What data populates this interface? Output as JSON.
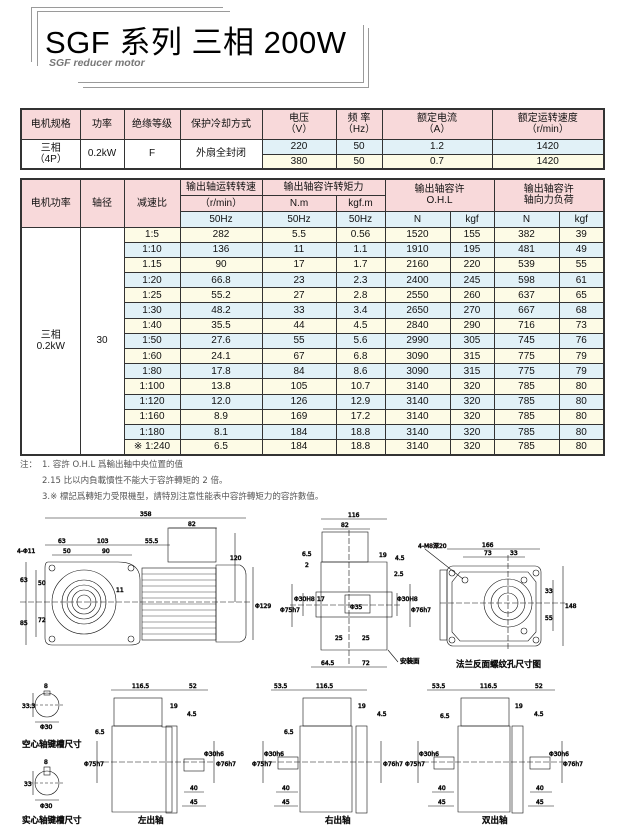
{
  "header": {
    "title": "SGF 系列 三相 200W",
    "subtitle": "SGF reducer motor"
  },
  "spec_table": {
    "headers": [
      "电机规格",
      "功率",
      "绝缘等级",
      "保护冷却方式",
      [
        "电压",
        "（V）"
      ],
      [
        "频 率",
        "（Hz）"
      ],
      [
        "额定电流",
        "（A）"
      ],
      [
        "额定运转速度",
        "（r/min）"
      ]
    ],
    "spec": [
      "三相",
      "（4P）"
    ],
    "power": "0.2kW",
    "insulation": "F",
    "cooling": "外扇全封闭",
    "rows": [
      [
        "220",
        "50",
        "1.2",
        "1420"
      ],
      [
        "380",
        "50",
        "0.7",
        "1420"
      ]
    ]
  },
  "perf_table": {
    "h_power": "电机功率",
    "h_shaft": "轴径",
    "h_ratio": "减速比",
    "h_speed": "输出轴运转转速",
    "h_speed_unit": "（r/min）",
    "h_torque": "输出轴容许转矩力",
    "h_nm": "N.m",
    "h_kgfm": "kgf.m",
    "h_ohl": [
      "输出轴容许",
      "O.H.L"
    ],
    "h_axial": [
      "输出轴容许",
      "轴向力负荷"
    ],
    "sub": [
      "50Hz",
      "50Hz",
      "50Hz",
      "N",
      "kgf",
      "N",
      "kgf"
    ],
    "power": [
      "三相",
      "0.2kW"
    ],
    "shaft": "30",
    "rows": [
      [
        "1:5",
        "282",
        "5.5",
        "0.56",
        "1520",
        "155",
        "382",
        "39"
      ],
      [
        "1:10",
        "136",
        "11",
        "1.1",
        "1910",
        "195",
        "481",
        "49"
      ],
      [
        "1.15",
        "90",
        "17",
        "1.7",
        "2160",
        "220",
        "539",
        "55"
      ],
      [
        "1:20",
        "66.8",
        "23",
        "2.3",
        "2400",
        "245",
        "598",
        "61"
      ],
      [
        "1:25",
        "55.2",
        "27",
        "2.8",
        "2550",
        "260",
        "637",
        "65"
      ],
      [
        "1:30",
        "48.2",
        "33",
        "3.4",
        "2650",
        "270",
        "667",
        "68"
      ],
      [
        "1:40",
        "35.5",
        "44",
        "4.5",
        "2840",
        "290",
        "716",
        "73"
      ],
      [
        "1:50",
        "27.6",
        "55",
        "5.6",
        "2990",
        "305",
        "745",
        "76"
      ],
      [
        "1:60",
        "24.1",
        "67",
        "6.8",
        "3090",
        "315",
        "775",
        "79"
      ],
      [
        "1:80",
        "17.8",
        "84",
        "8.6",
        "3090",
        "315",
        "775",
        "79"
      ],
      [
        "1:100",
        "13.8",
        "105",
        "10.7",
        "3140",
        "320",
        "785",
        "80"
      ],
      [
        "1:120",
        "12.0",
        "126",
        "12.9",
        "3140",
        "320",
        "785",
        "80"
      ],
      [
        "1:160",
        "8.9",
        "169",
        "17.2",
        "3140",
        "320",
        "785",
        "80"
      ],
      [
        "1:180",
        "8.1",
        "184",
        "18.8",
        "3140",
        "320",
        "785",
        "80"
      ],
      [
        "※ 1:240",
        "6.5",
        "184",
        "18.8",
        "3140",
        "320",
        "785",
        "80"
      ]
    ]
  },
  "notes": {
    "lead": "注：",
    "items": [
      "1. 容許 O.H.L 爲輸出軸中央位置的值",
      "2.15 比以内負載慣性不能大于容許轉矩的 2 倍。",
      "3.※ 標記爲轉矩力受限機型，請特別注意性能表中容許轉矩力的容許數值。"
    ]
  },
  "drawings": {
    "front": [
      "358",
      "63",
      "103",
      "55.5",
      "82",
      "50",
      "90",
      "4-Φ11",
      "120",
      "63",
      "50",
      "85",
      "72",
      "11",
      "Φ129"
    ],
    "side": [
      "116",
      "82",
      "6.5",
      "2",
      "19",
      "4.5",
      "2.5",
      "Φ75h7",
      "Φ30H8",
      "Φ35",
      "Φ30H8",
      "Φ76h7",
      "17",
      "25",
      "25",
      "64.5",
      "72",
      "安装面"
    ],
    "flange": [
      "4-M8深20",
      "166",
      "73",
      "33",
      "33",
      "55",
      "148",
      "法兰反面螺纹孔尺寸图"
    ],
    "keys": [
      "8",
      "33.3",
      "Φ30",
      "空心轴键槽尺寸",
      "8",
      "33",
      "Φ30",
      "实心轴键槽尺寸"
    ],
    "left": [
      "116.5",
      "52",
      "19",
      "4.5",
      "6.5",
      "Φ75h7",
      "Φ30h6",
      "Φ76h7",
      "40",
      "45",
      "左出轴"
    ],
    "right": [
      "53.5",
      "116.5",
      "6.5",
      "19",
      "4.5",
      "Φ75h7",
      "Φ30h6",
      "Φ76h7",
      "40",
      "45",
      "右出轴"
    ],
    "double": [
      "53.5",
      "116.5",
      "52",
      "19",
      "6.5",
      "4.5",
      "Φ75h7",
      "Φ30h6",
      "Φ30h6",
      "Φ76h7",
      "40",
      "45",
      "40",
      "45",
      "双出轴"
    ]
  },
  "colors": {
    "header": "#f8d9da",
    "row_blue": "#e1f1f7",
    "row_yellow": "#fdfbe6"
  }
}
